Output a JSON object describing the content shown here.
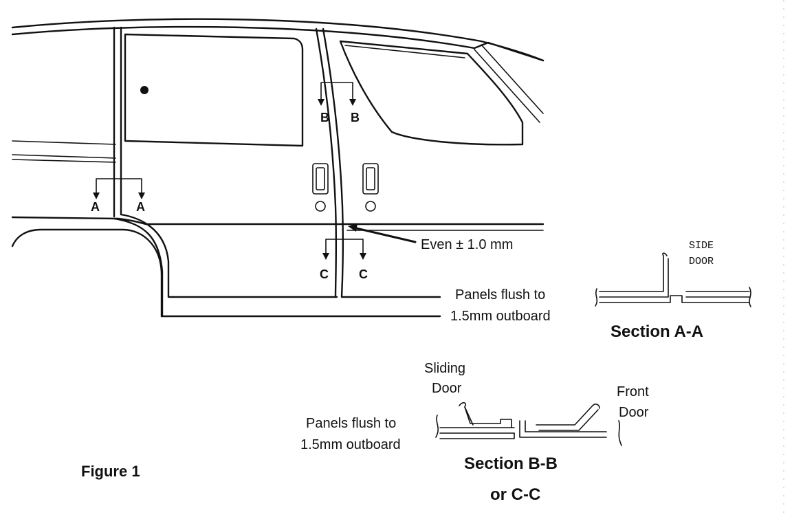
{
  "markers": {
    "a_left": "A",
    "a_right": "A",
    "b_left": "B",
    "b_right": "B",
    "c_left": "C",
    "c_right": "C"
  },
  "callouts": {
    "even_tolerance": "Even ± 1.0 mm",
    "flush_line1": "Panels flush to",
    "flush_line2": "1.5mm outboard",
    "bb_flush_line1": "Panels flush to",
    "bb_flush_line2": "1.5mm outboard",
    "sliding_door_line1": "Sliding",
    "sliding_door_line2": "Door",
    "front_door_line1": "Front",
    "front_door_line2": "Door"
  },
  "section_aa": {
    "side_label_line1": "SIDE",
    "side_label_line2": "DOOR",
    "title": "Section  A-A"
  },
  "section_bb": {
    "title_line1": "Section B-B",
    "title_line2": "or C-C"
  },
  "figure_label": "Figure 1"
}
